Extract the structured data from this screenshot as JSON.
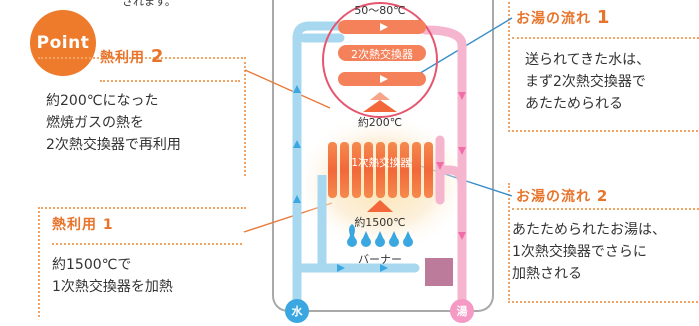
{
  "top_cut_text": "されます。",
  "point": {
    "badge": "Point",
    "heading_prefix": "熱利用",
    "heading_num": "2",
    "lines": [
      "約200℃になった",
      "燃焼ガスの熱を",
      "2次熱交換器で再利用"
    ]
  },
  "heat1": {
    "heading_prefix": "熱利用",
    "heading_num": "1",
    "lines": [
      "約1500℃で",
      "1次熱交換器を加熱"
    ]
  },
  "flow1": {
    "heading_prefix": "お湯の流れ",
    "heading_num": "1",
    "lines": [
      "送られてきた水は、",
      "まず2次熱交換器で",
      "あたためられる"
    ]
  },
  "flow2": {
    "heading_prefix": "お湯の流れ",
    "heading_num": "2",
    "lines": [
      "あたためられたお湯は、",
      "1次熱交換器でさらに",
      "加熱される"
    ]
  },
  "diagram": {
    "temp_top": "50～80℃",
    "secondary_hx": "2次熱交換器",
    "temp_mid": "約200℃",
    "primary_hx": "1次熱交換器",
    "temp_burner": "約1500℃",
    "burner": "バーナー",
    "water": "水",
    "hot_water": "湯"
  },
  "colors": {
    "accent": "#ee7a2c",
    "water_pipe": "#a8d8f0",
    "hot_pipe": "#f6b5cf",
    "callout_line": "#3a8ec9"
  }
}
